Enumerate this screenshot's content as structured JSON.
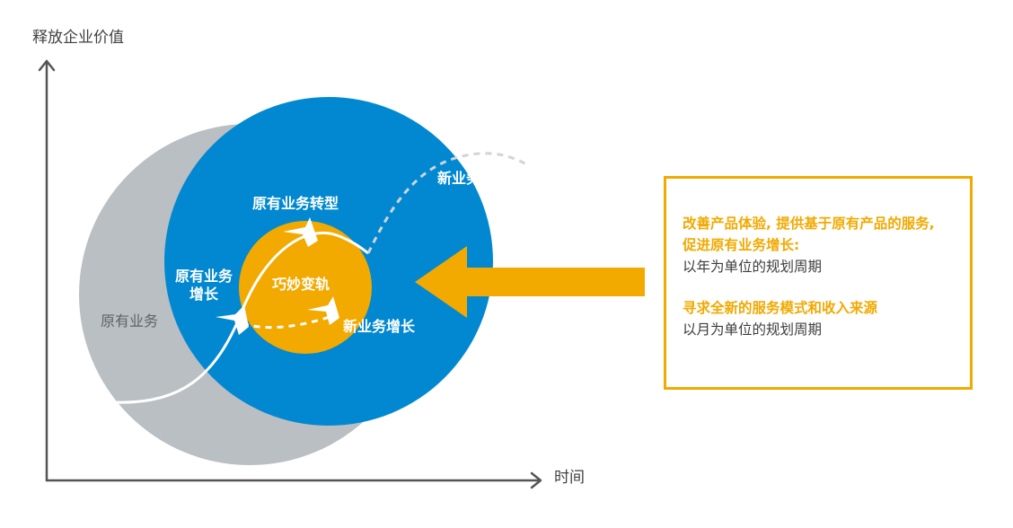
{
  "axes": {
    "y_label": "释放企业价值",
    "x_label": "时间"
  },
  "circles": {
    "existing_business": "原有业务",
    "new_business": "新业务",
    "core": "巧妙变轨"
  },
  "stages": {
    "existing_growth_line1": "原有业务",
    "existing_growth_line2": "增长",
    "existing_transform": "原有业务转型",
    "new_growth": "新业务增长"
  },
  "info_box": {
    "item1_title_line1": "改善产品体验, 提供基于原有产品的服务,",
    "item1_title_line2": "促进原有业务增长:",
    "item1_desc": "以年为单位的规划周期",
    "item2_title": "寻求全新的服务模式和收入来源",
    "item2_desc": "以月为单位的规划周期"
  },
  "colors": {
    "blue": "#0288d1",
    "gray": "#b9bfc3",
    "orange": "#f2a900",
    "axis": "#555555"
  },
  "icons": {
    "big_arrow": "left-arrow-icon",
    "pointer_1": "chevron-arrow-icon",
    "pointer_2": "chevron-arrow-icon",
    "pointer_3": "chevron-arrow-icon"
  }
}
